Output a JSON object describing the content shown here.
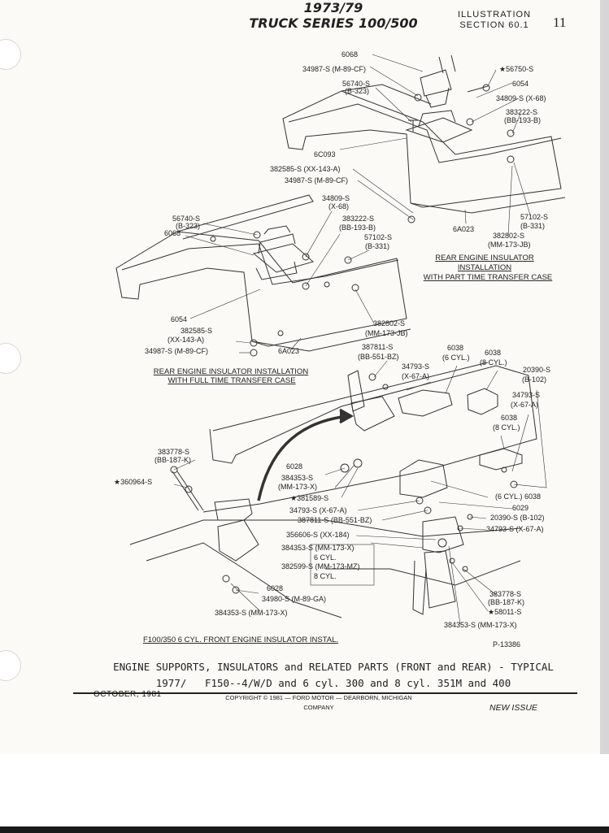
{
  "header": {
    "series_line1": "1973/79",
    "series_line2": "TRUCK SERIES 100/500",
    "illustration_label": "ILLUSTRATION",
    "section_label": "SECTION 60.1",
    "page_number": "11"
  },
  "diagram": {
    "top_labels": [
      {
        "id": "t1",
        "text": "6068"
      },
      {
        "id": "t2",
        "text": "34987-S (M-89-CF)"
      },
      {
        "id": "t3",
        "text": "56740-S"
      },
      {
        "id": "t4",
        "text": "(B-323)"
      },
      {
        "id": "t5",
        "text": "★56750-S"
      },
      {
        "id": "t6",
        "text": "6054"
      },
      {
        "id": "t7",
        "text": "34809-S (X-68)"
      },
      {
        "id": "t8",
        "text": "383222-S"
      },
      {
        "id": "t9",
        "text": "(BB-193-B)"
      },
      {
        "id": "t10",
        "text": "6C093"
      },
      {
        "id": "t11",
        "text": "382585-S (XX-143-A)"
      },
      {
        "id": "t12",
        "text": "34987-S (M-89-CF)"
      },
      {
        "id": "t13",
        "text": "57102-S"
      },
      {
        "id": "t14",
        "text": "(B-331)"
      },
      {
        "id": "t15",
        "text": "6A023"
      },
      {
        "id": "t16",
        "text": "382802-S"
      },
      {
        "id": "t17",
        "text": "(MM-173-JB)"
      }
    ],
    "top_caption": [
      "REAR ENGINE INSULATOR",
      "INSTALLATION",
      "WITH PART TIME TRANSFER CASE"
    ],
    "mid_labels": [
      {
        "id": "m1",
        "text": "34809-S"
      },
      {
        "id": "m2",
        "text": "(X-68)"
      },
      {
        "id": "m3",
        "text": "56740-S"
      },
      {
        "id": "m4",
        "text": "(B-323)"
      },
      {
        "id": "m5",
        "text": "6068"
      },
      {
        "id": "m6",
        "text": "383222-S"
      },
      {
        "id": "m7",
        "text": "(BB-193-B)"
      },
      {
        "id": "m8",
        "text": "57102-S"
      },
      {
        "id": "m9",
        "text": "(B-331)"
      },
      {
        "id": "m10",
        "text": "6054"
      },
      {
        "id": "m11",
        "text": "382585-S"
      },
      {
        "id": "m12",
        "text": "(XX-143-A)"
      },
      {
        "id": "m13",
        "text": "34987-S (M-89-CF)"
      },
      {
        "id": "m14",
        "text": "6A023"
      },
      {
        "id": "m15",
        "text": "382802-S"
      },
      {
        "id": "m16",
        "text": "(MM-173-JB)"
      }
    ],
    "mid_caption": [
      "REAR ENGINE INSULATOR INSTALLATION",
      "WITH FULL TIME TRANSFER CASE"
    ],
    "lower_labels": [
      {
        "id": "l1",
        "text": "387811-S"
      },
      {
        "id": "l2",
        "text": "(BB-551-BZ)"
      },
      {
        "id": "l3",
        "text": "6038"
      },
      {
        "id": "l4",
        "text": "(6 CYL.)"
      },
      {
        "id": "l5",
        "text": "6038"
      },
      {
        "id": "l6",
        "text": "(8 CYL.)"
      },
      {
        "id": "l7",
        "text": "34793-S"
      },
      {
        "id": "l8",
        "text": "(X-67-A)"
      },
      {
        "id": "l9",
        "text": "20390-S"
      },
      {
        "id": "l10",
        "text": "(B-102)"
      },
      {
        "id": "l11",
        "text": "34793-S"
      },
      {
        "id": "l12",
        "text": "(X-67-A)"
      },
      {
        "id": "l13",
        "text": "6038"
      },
      {
        "id": "l14",
        "text": "(8 CYL.)"
      },
      {
        "id": "l15",
        "text": "383778-S"
      },
      {
        "id": "l16",
        "text": "(BB-187-K)"
      },
      {
        "id": "l17",
        "text": "★360964-S"
      },
      {
        "id": "l18",
        "text": "6028"
      },
      {
        "id": "l19",
        "text": "384353-S"
      },
      {
        "id": "l20",
        "text": "(MM-173-X)"
      },
      {
        "id": "l21",
        "text": "★381589-S"
      },
      {
        "id": "l22",
        "text": "(6 CYL.)  6038"
      },
      {
        "id": "l23",
        "text": "6029"
      },
      {
        "id": "l24",
        "text": "34793-S (X-67-A)"
      },
      {
        "id": "l25",
        "text": "387811-S (BB-551-BZ)"
      },
      {
        "id": "l26",
        "text": "20390-S (B-102)"
      },
      {
        "id": "l27",
        "text": "34793-S (X-67-A)"
      },
      {
        "id": "l28",
        "text": "356606-S (XX-184)"
      },
      {
        "id": "l29",
        "text": "384353-S (MM-173-X)"
      },
      {
        "id": "l30",
        "text": "6 CYL."
      },
      {
        "id": "l31",
        "text": "382599-S (MM-173-MZ)"
      },
      {
        "id": "l32",
        "text": "8 CYL."
      },
      {
        "id": "l33",
        "text": "6028"
      },
      {
        "id": "l34",
        "text": "34980-S (M-89-GA)"
      },
      {
        "id": "l35",
        "text": "384353-S (MM-173-X)"
      },
      {
        "id": "l36",
        "text": "383778-S"
      },
      {
        "id": "l37",
        "text": "(BB-187-K)"
      },
      {
        "id": "l38",
        "text": "★58011-S"
      },
      {
        "id": "l39",
        "text": "384353-S (MM-173-X)"
      }
    ],
    "lower_caption": "F100/350 6 CYL. FRONT ENGINE INSULATOR INSTAL.",
    "plate_number": "P-13386"
  },
  "caption": {
    "line1": "ENGINE SUPPORTS, INSULATORS and RELATED PARTS (FRONT and REAR) - TYPICAL",
    "line2": "1977/   F150--4/W/D and 6 cyl. 300 and 8 cyl. 351M and 400"
  },
  "footer": {
    "date": "OCTOBER, 1981",
    "copyright_line1": "COPYRIGHT © 1981  —  FORD MOTOR  —  DEARBORN, MICHIGAN",
    "copyright_line2": "COMPANY",
    "issue": "NEW ISSUE"
  }
}
